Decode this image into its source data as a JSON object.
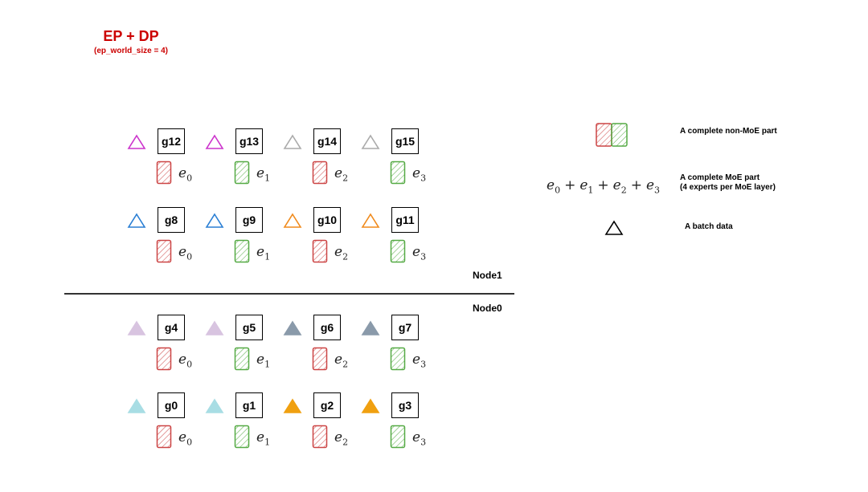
{
  "title": "EP + DP",
  "subtitle": "(ep_world_size = 4)",
  "nodes": [
    "Node1",
    "Node0"
  ],
  "experts": [
    "e0",
    "e1",
    "e2",
    "e3"
  ],
  "rows": [
    {
      "gpus": [
        "g12",
        "g13",
        "g14",
        "g15"
      ],
      "triangle_colors": [
        "#cc33cc",
        "#cc33cc",
        "#aaaaaa",
        "#aaaaaa"
      ],
      "filled": false
    },
    {
      "gpus": [
        "g8",
        "g9",
        "g10",
        "g11"
      ],
      "triangle_colors": [
        "#2a7fd4",
        "#2a7fd4",
        "#f08a1c",
        "#f08a1c"
      ],
      "filled": false
    },
    {
      "gpus": [
        "g4",
        "g5",
        "g6",
        "g7"
      ],
      "triangle_colors": [
        "#d8c4e0",
        "#d8c4e0",
        "#8a9aaa",
        "#8a9aaa"
      ],
      "filled": true
    },
    {
      "gpus": [
        "g0",
        "g1",
        "g2",
        "g3"
      ],
      "triangle_colors": [
        "#a8dde4",
        "#a8dde4",
        "#f0a010",
        "#f0a010"
      ],
      "filled": true
    }
  ],
  "expert_colors": {
    "red": "#cc4444",
    "green": "#55aa44"
  },
  "legend": {
    "non_moe_label": "A complete non-MoE part",
    "moe_label_line1": "A complete MoE part",
    "moe_label_line2": "(4 experts per MoE layer)",
    "batch_label": "A batch data"
  }
}
